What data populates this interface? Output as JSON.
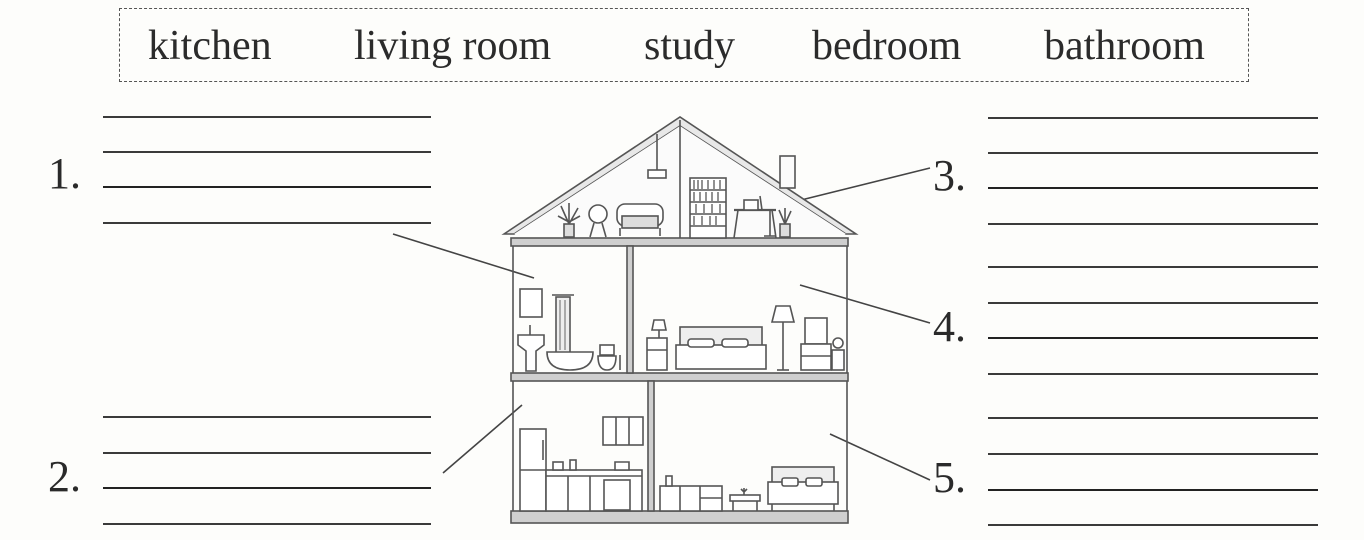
{
  "word_bank": [
    "kitchen",
    "living room",
    "study",
    "bedroom",
    "bathroom"
  ],
  "numbers": [
    "1.",
    "2.",
    "3.",
    "4.",
    "5."
  ],
  "colors": {
    "ink": "#2a2a2a",
    "house_line": "#555555",
    "floor": "#cfcfcf"
  }
}
